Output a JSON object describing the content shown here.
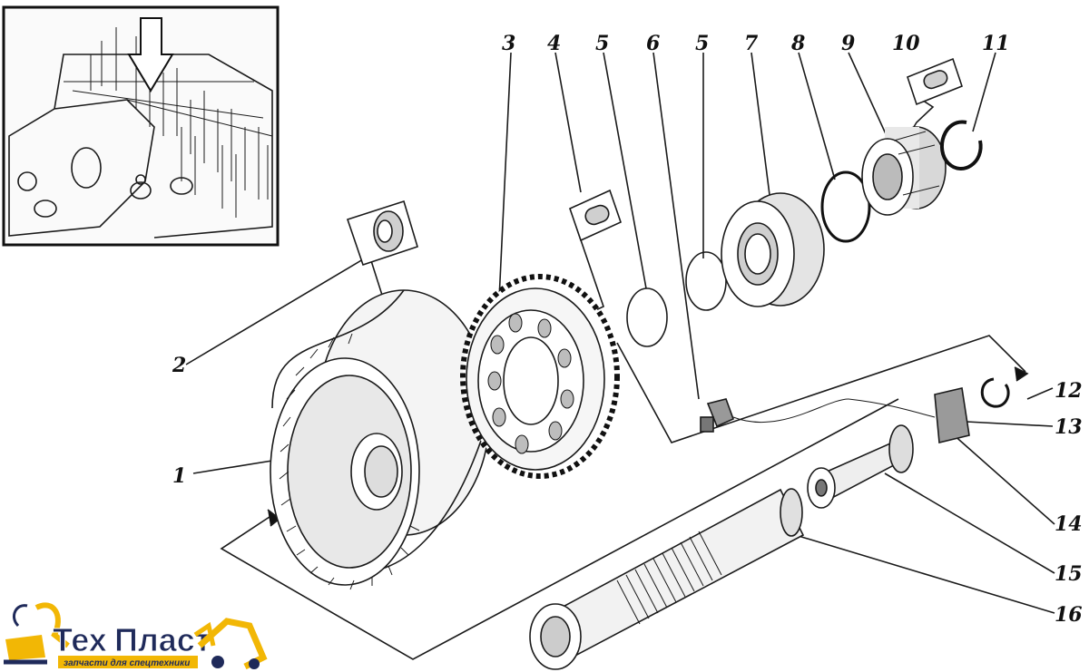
{
  "diagram": {
    "callouts": [
      "1",
      "2",
      "3",
      "4",
      "5",
      "6",
      "5",
      "7",
      "8",
      "9",
      "10",
      "11",
      "12",
      "13",
      "14",
      "15",
      "16"
    ]
  },
  "logo": {
    "brand_part1": "Тех",
    "brand_part2": "Пласт",
    "tagline": "запчасти для спецтехники",
    "colors": {
      "accent": "#f2b705",
      "text": "#1f2a5a"
    }
  },
  "icons": [
    "excavator-icon",
    "backhoe-icon",
    "down-arrow-icon"
  ]
}
